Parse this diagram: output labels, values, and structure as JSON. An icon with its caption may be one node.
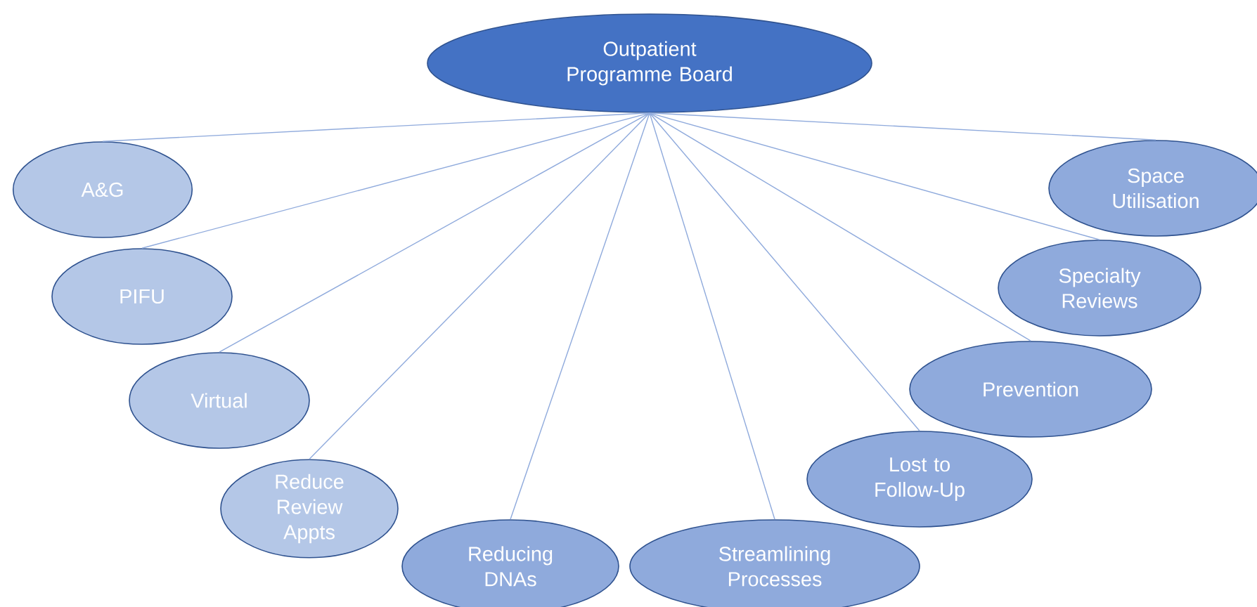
{
  "diagram": {
    "nodes": [
      {
        "text": [
          "Outpatient Programme Board"
        ]
      },
      {
        "text": [
          "A&G"
        ]
      },
      {
        "text": [
          "PIFU"
        ]
      },
      {
        "text": [
          "Virtual"
        ]
      },
      {
        "text": [
          "Reduce Review Appts"
        ]
      },
      {
        "text": [
          "Reducing DNAs"
        ]
      },
      {
        "text": [
          "Streamlining Processes"
        ]
      },
      {
        "text": [
          "Lost to Follow-Up"
        ]
      },
      {
        "text": [
          "Prevention"
        ]
      },
      {
        "text": [
          "Specialty Reviews"
        ]
      },
      {
        "text": [
          "Space Utilisation"
        ]
      }
    ],
    "edges": [
      {
        "from": 0,
        "to": 1,
        "arrow": "none"
      },
      {
        "from": 0,
        "to": 2,
        "arrow": "none"
      },
      {
        "from": 0,
        "to": 3,
        "arrow": "none"
      },
      {
        "from": 0,
        "to": 4,
        "arrow": "none"
      },
      {
        "from": 0,
        "to": 5,
        "arrow": "none"
      },
      {
        "from": 0,
        "to": 6,
        "arrow": "none"
      },
      {
        "from": 0,
        "to": 7,
        "arrow": "none"
      },
      {
        "from": 0,
        "to": 8,
        "arrow": "none"
      },
      {
        "from": 0,
        "to": 9,
        "arrow": "none"
      },
      {
        "from": 0,
        "to": 10,
        "arrow": "none"
      }
    ]
  }
}
